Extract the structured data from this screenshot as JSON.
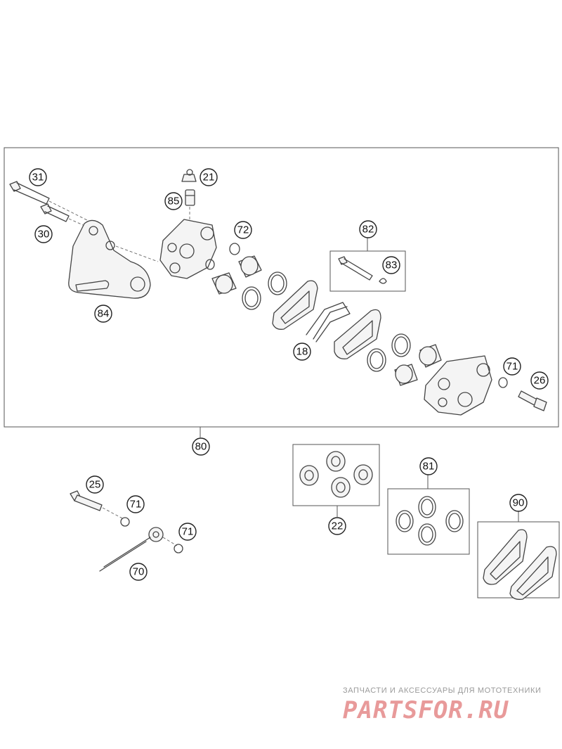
{
  "callouts": {
    "c31": "31",
    "c21": "21",
    "c85": "85",
    "c30": "30",
    "c72": "72",
    "c82": "82",
    "c83": "83",
    "c84": "84",
    "c18": "18",
    "c71a": "71",
    "c26": "26",
    "c80": "80",
    "c22": "22",
    "c81": "81",
    "c25": "25",
    "c71b": "71",
    "c71c": "71",
    "c70": "70",
    "c90": "90"
  },
  "watermark": {
    "tagline": "ЗАПЧАСТИ И АКСЕССУАРЫ ДЛЯ МОТОТЕХНИКИ",
    "logo": "PARTSFOR.RU"
  },
  "colors": {
    "line": "#444444",
    "watermark_logo": "#e89a9a",
    "watermark_tag": "#9a9a9a"
  }
}
